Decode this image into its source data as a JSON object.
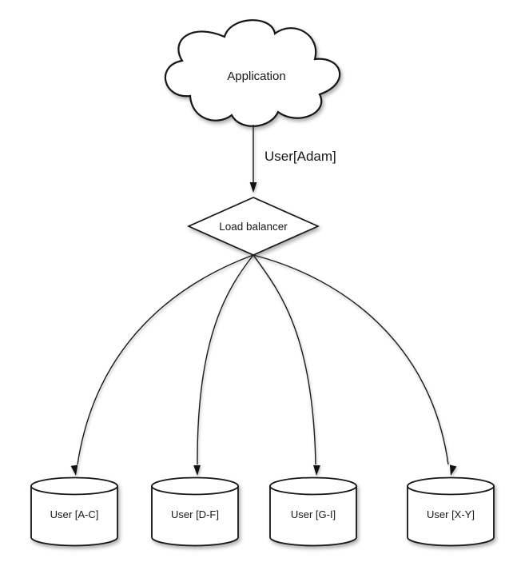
{
  "canvas": {
    "background": "#ffffff",
    "stroke_color": "#161616",
    "fill_color": "#ffffff",
    "text_color": "#171717"
  },
  "nodes": {
    "application": {
      "label": "Application",
      "type": "cloud"
    },
    "load_balancer": {
      "label": "Load balancer",
      "type": "diamond"
    },
    "shards": [
      {
        "label": "User [A-C]",
        "type": "database-cylinder"
      },
      {
        "label": "User [D-F]",
        "type": "database-cylinder"
      },
      {
        "label": "User [G-I]",
        "type": "database-cylinder"
      },
      {
        "label": "User [X-Y]",
        "type": "database-cylinder"
      }
    ]
  },
  "edges": {
    "app_to_lb": {
      "label": "User[Adam]"
    },
    "lb_to_shards_count": 4
  }
}
